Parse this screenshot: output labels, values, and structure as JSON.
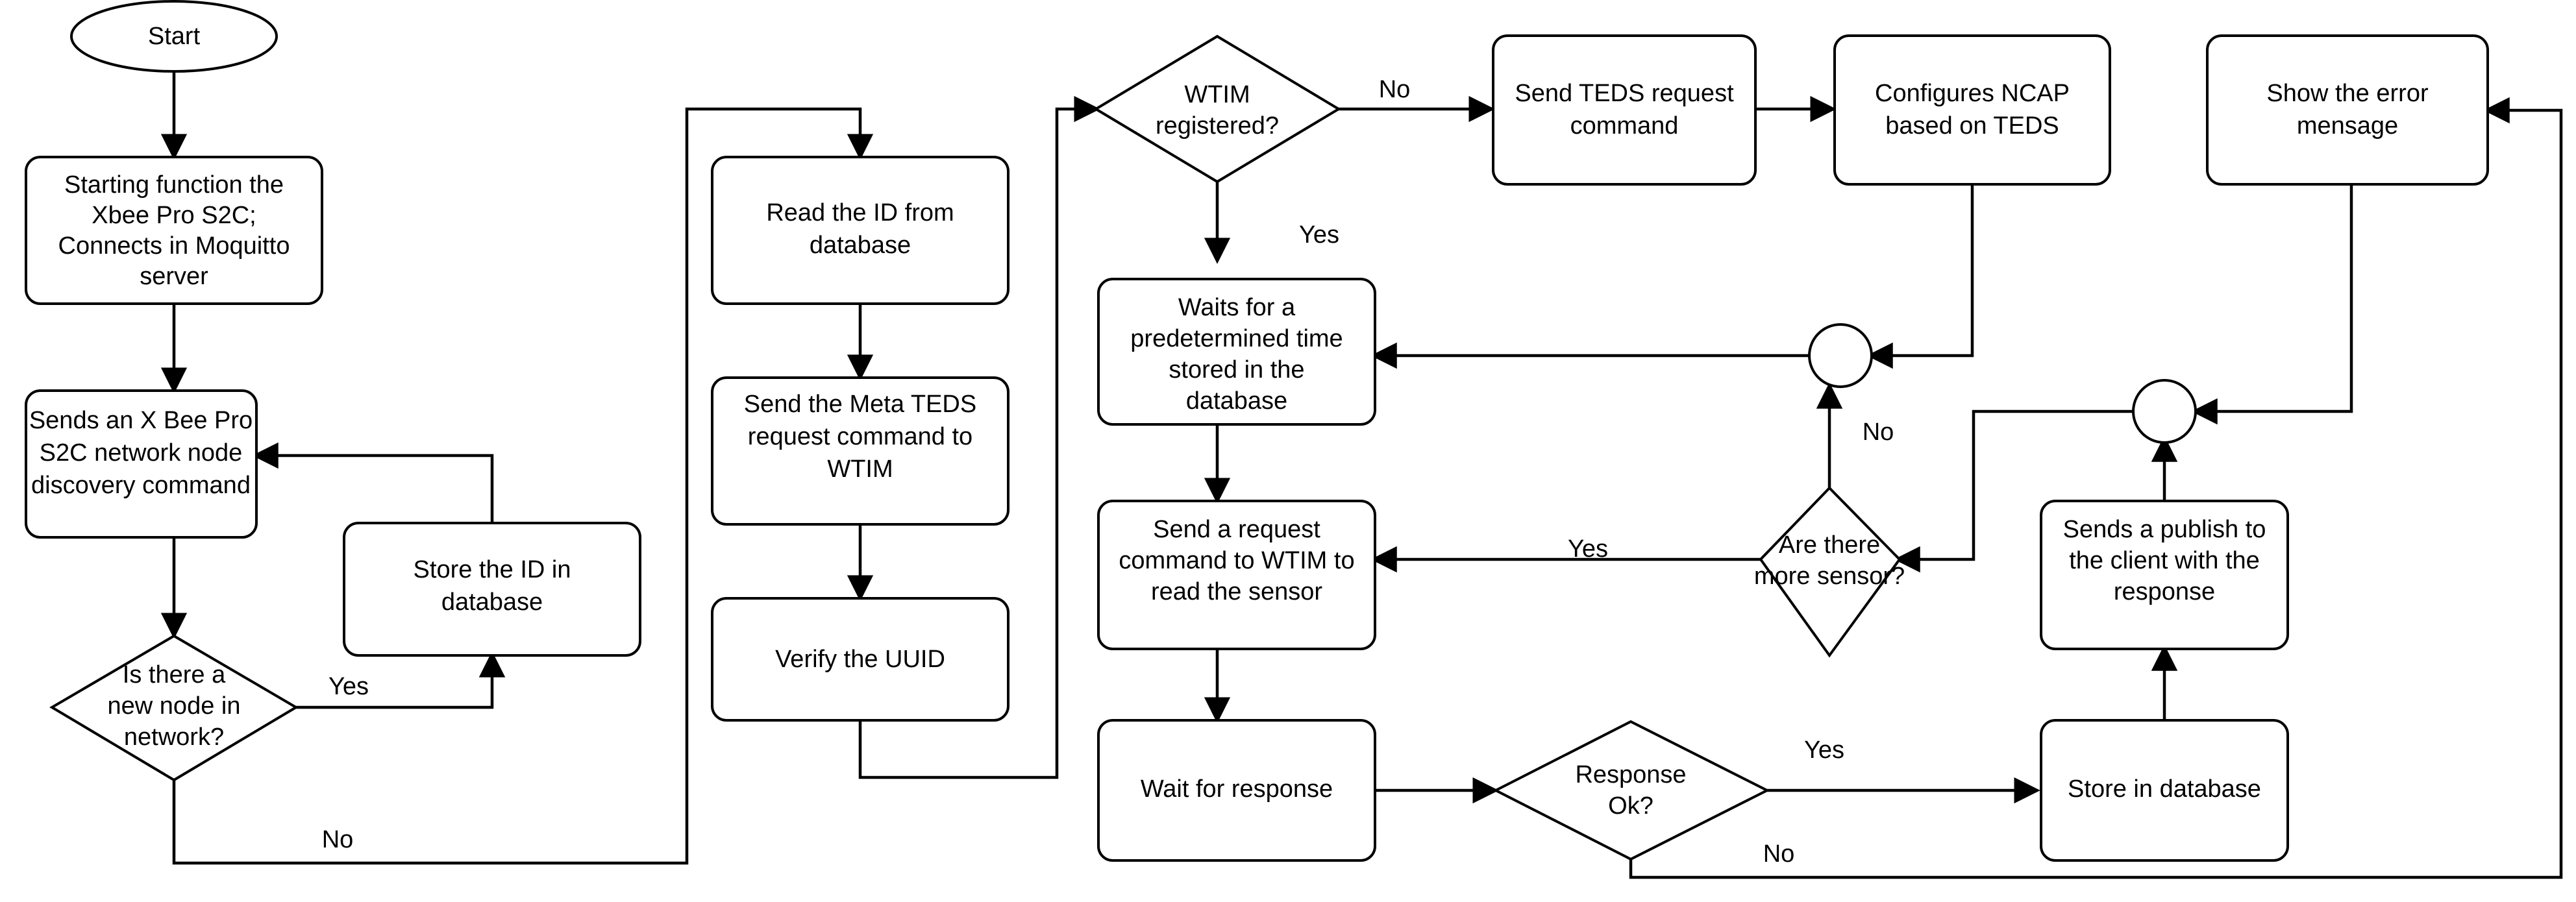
{
  "diagram": {
    "title": "NCAP / WTIM sensor network flowchart",
    "colors": {
      "stroke": "#000000",
      "fill": "#ffffff",
      "text": "#000000"
    },
    "nodes": {
      "start": {
        "label": "Start",
        "shape": "ellipse"
      },
      "starting_function": {
        "line1": "Starting function the",
        "line2": "Xbee Pro S2C;",
        "line3": "Connects in Moquitto",
        "line4": "server",
        "shape": "process"
      },
      "send_discovery": {
        "line1": "Sends an X Bee Pro",
        "line2": "S2C network node",
        "line3": "discovery command",
        "shape": "process"
      },
      "new_node_decision": {
        "line1": "Is there a",
        "line2": "new node in",
        "line3": "network?",
        "shape": "decision"
      },
      "store_id": {
        "line1": "Store the ID in",
        "line2": "database",
        "shape": "process"
      },
      "read_id": {
        "line1": "Read the ID from",
        "line2": "database",
        "shape": "process"
      },
      "send_meta_teds": {
        "line1": "Send the Meta TEDS",
        "line2": "request command to",
        "line3": "WTIM",
        "shape": "process"
      },
      "verify_uuid": {
        "line1": "Verify the UUID",
        "shape": "process"
      },
      "wtim_registered": {
        "line1": "WTIM",
        "line2": "registered?",
        "shape": "decision"
      },
      "send_teds_request": {
        "line1": "Send TEDS request",
        "line2": "command",
        "shape": "process"
      },
      "configures_ncap": {
        "line1": "Configures NCAP",
        "line2": "based on TEDS",
        "shape": "process"
      },
      "show_error": {
        "line1": "Show the error",
        "line2": "mensage",
        "shape": "process"
      },
      "waits_time": {
        "line1": "Waits for a",
        "line2": "predetermined time",
        "line3": "stored in the",
        "line4": "database",
        "shape": "process"
      },
      "send_read_sensor": {
        "line1": "Send a request",
        "line2": "command to WTIM to",
        "line3": "read the sensor",
        "shape": "process"
      },
      "wait_response": {
        "line1": "Wait for response",
        "shape": "process"
      },
      "response_ok": {
        "line1": "Response",
        "line2": "Ok?",
        "shape": "decision"
      },
      "more_sensor": {
        "line1": "Are there",
        "line2": "more sensor?",
        "shape": "decision"
      },
      "sends_publish": {
        "line1": "Sends a publish to",
        "line2": "the client with the",
        "line3": "response",
        "shape": "process"
      },
      "store_in_database": {
        "line1": "Store in database",
        "shape": "process"
      },
      "connector_left": {
        "label": "",
        "shape": "connector"
      },
      "connector_right": {
        "label": "",
        "shape": "connector"
      }
    },
    "edge_labels": {
      "new_node_yes": "Yes",
      "new_node_no": "No",
      "wtim_no": "No",
      "wtim_yes": "Yes",
      "more_sensor_yes": "Yes",
      "more_sensor_no": "No",
      "response_yes": "Yes",
      "response_no": "No"
    }
  }
}
